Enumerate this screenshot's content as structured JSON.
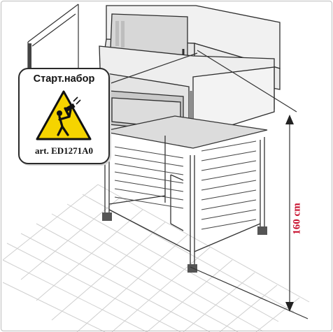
{
  "callout": {
    "title": "Старт.набор",
    "code": "art. ED1271A0",
    "icon": "lifting-hazard-warning-icon",
    "sign_color": "#f5d400"
  },
  "dimension": {
    "label": "160 cm",
    "label_color": "#c8102e"
  }
}
